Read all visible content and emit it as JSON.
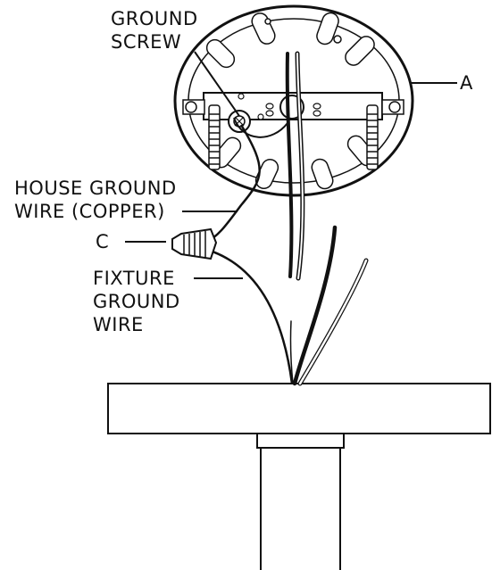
{
  "labels": {
    "ground_screw_line1": "GROUND",
    "ground_screw_line2": "SCREW",
    "a": "A",
    "house_ground_line1": "HOUSE GROUND",
    "house_ground_line2": "WIRE (COPPER)",
    "c": "C",
    "fixture_ground_line1": "FIXTURE",
    "fixture_ground_line2": "GROUND",
    "fixture_ground_line3": "WIRE"
  },
  "colors": {
    "ink": "#111111",
    "background": "#ffffff",
    "accent_shading": "#cfcfcf"
  }
}
